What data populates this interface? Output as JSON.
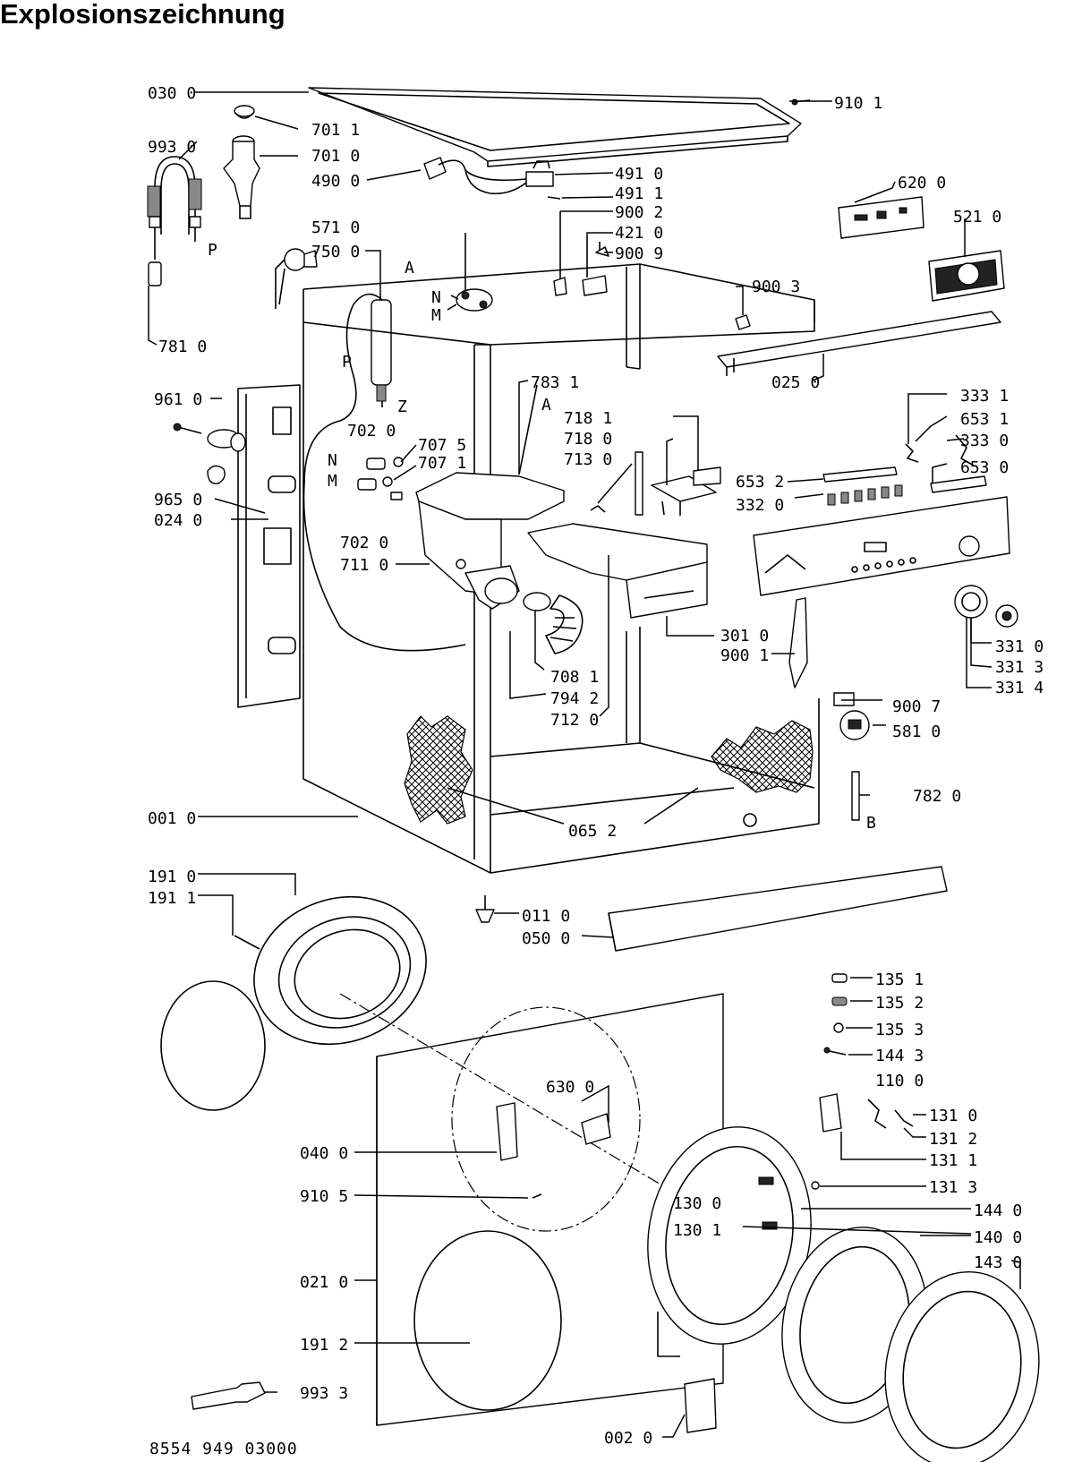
{
  "title": "Explosionszeichnung",
  "document_number": "8554 949 03000",
  "part_labels": [
    "030 0",
    "910 1",
    "701 1",
    "993 0",
    "701 0",
    "490 0",
    "491 0",
    "491 1",
    "620 0",
    "900 2",
    "421 0",
    "900 9",
    "521 0",
    "571 0",
    "750 0",
    "900 3",
    "781 0",
    "025 0",
    "961 0",
    "783 1",
    "333 1",
    "718 1",
    "653 1",
    "718 0",
    "333 0",
    "702 0",
    "707 5",
    "713 0",
    "707 1",
    "653 2",
    "653 0",
    "965 0",
    "332 0",
    "024 0",
    "702 0",
    "711 0",
    "301 0",
    "900 1",
    "331 0",
    "708 1",
    "331 3",
    "794 2",
    "331 4",
    "712 0",
    "900 7",
    "581 0",
    "782 0",
    "001 0",
    "065 2",
    "191 0",
    "191 1",
    "011 0",
    "050 0",
    "135 1",
    "135 2",
    "135 3",
    "144 3",
    "110 0",
    "630 0",
    "131 0",
    "131 2",
    "040 0",
    "131 1",
    "131 3",
    "910 5",
    "130 0",
    "144 0",
    "130 1",
    "140 0",
    "021 0",
    "143 0",
    "191 2",
    "993 3",
    "002 0"
  ],
  "markers": [
    "P",
    "A",
    "N",
    "M",
    "P",
    "Z",
    "A",
    "N",
    "M",
    "B"
  ]
}
